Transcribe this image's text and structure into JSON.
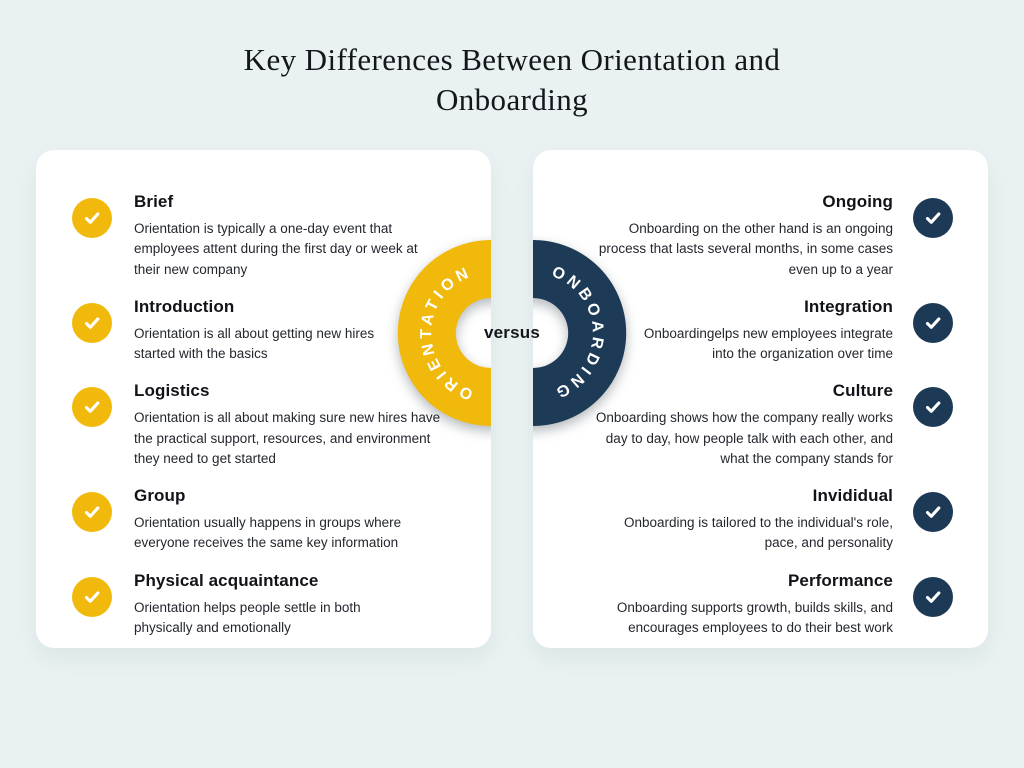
{
  "title": "Key Differences Between Orientation and Onboarding",
  "versus_label": "versus",
  "colors": {
    "background": "#E9F1F2",
    "card": "#FFFFFF",
    "orientation_yellow": "#F2B90D",
    "onboarding_navy": "#1C3A55",
    "heading_text": "#111318",
    "body_text": "#23272E"
  },
  "orientation": {
    "ring_label": "ORIENTATION",
    "items": [
      {
        "heading": "Brief",
        "body": "Orientation is typically a one-day event that employees attent during the first day or week at their new company"
      },
      {
        "heading": "Introduction",
        "body": "Orientation is all about getting new hires started with the basics"
      },
      {
        "heading": "Logistics",
        "body": "Orientation is all about making sure new hires have the practical support, resources, and environment they need to get started"
      },
      {
        "heading": "Group",
        "body": "Orientation usually happens in groups where everyone receives the same key information"
      },
      {
        "heading": "Physical acquaintance",
        "body": "Orientation helps people settle in both physically and emotionally"
      }
    ]
  },
  "onboarding": {
    "ring_label": "ONBOARDING",
    "items": [
      {
        "heading": "Ongoing",
        "body": "Onboarding on the other hand is an ongoing process that lasts several months, in some cases even up to a year"
      },
      {
        "heading": "Integration",
        "body": "Onboardingelps new employees integrate into the organization over time"
      },
      {
        "heading": "Culture",
        "body": "Onboarding shows how the company really works day to day, how people talk with each other, and what the company stands for"
      },
      {
        "heading": "Invididual",
        "body": "Onboarding is tailored to the individual's role, pace, and personality"
      },
      {
        "heading": "Performance",
        "body": "Onboarding supports growth, builds skills, and encourages employees to do their best work"
      }
    ]
  }
}
